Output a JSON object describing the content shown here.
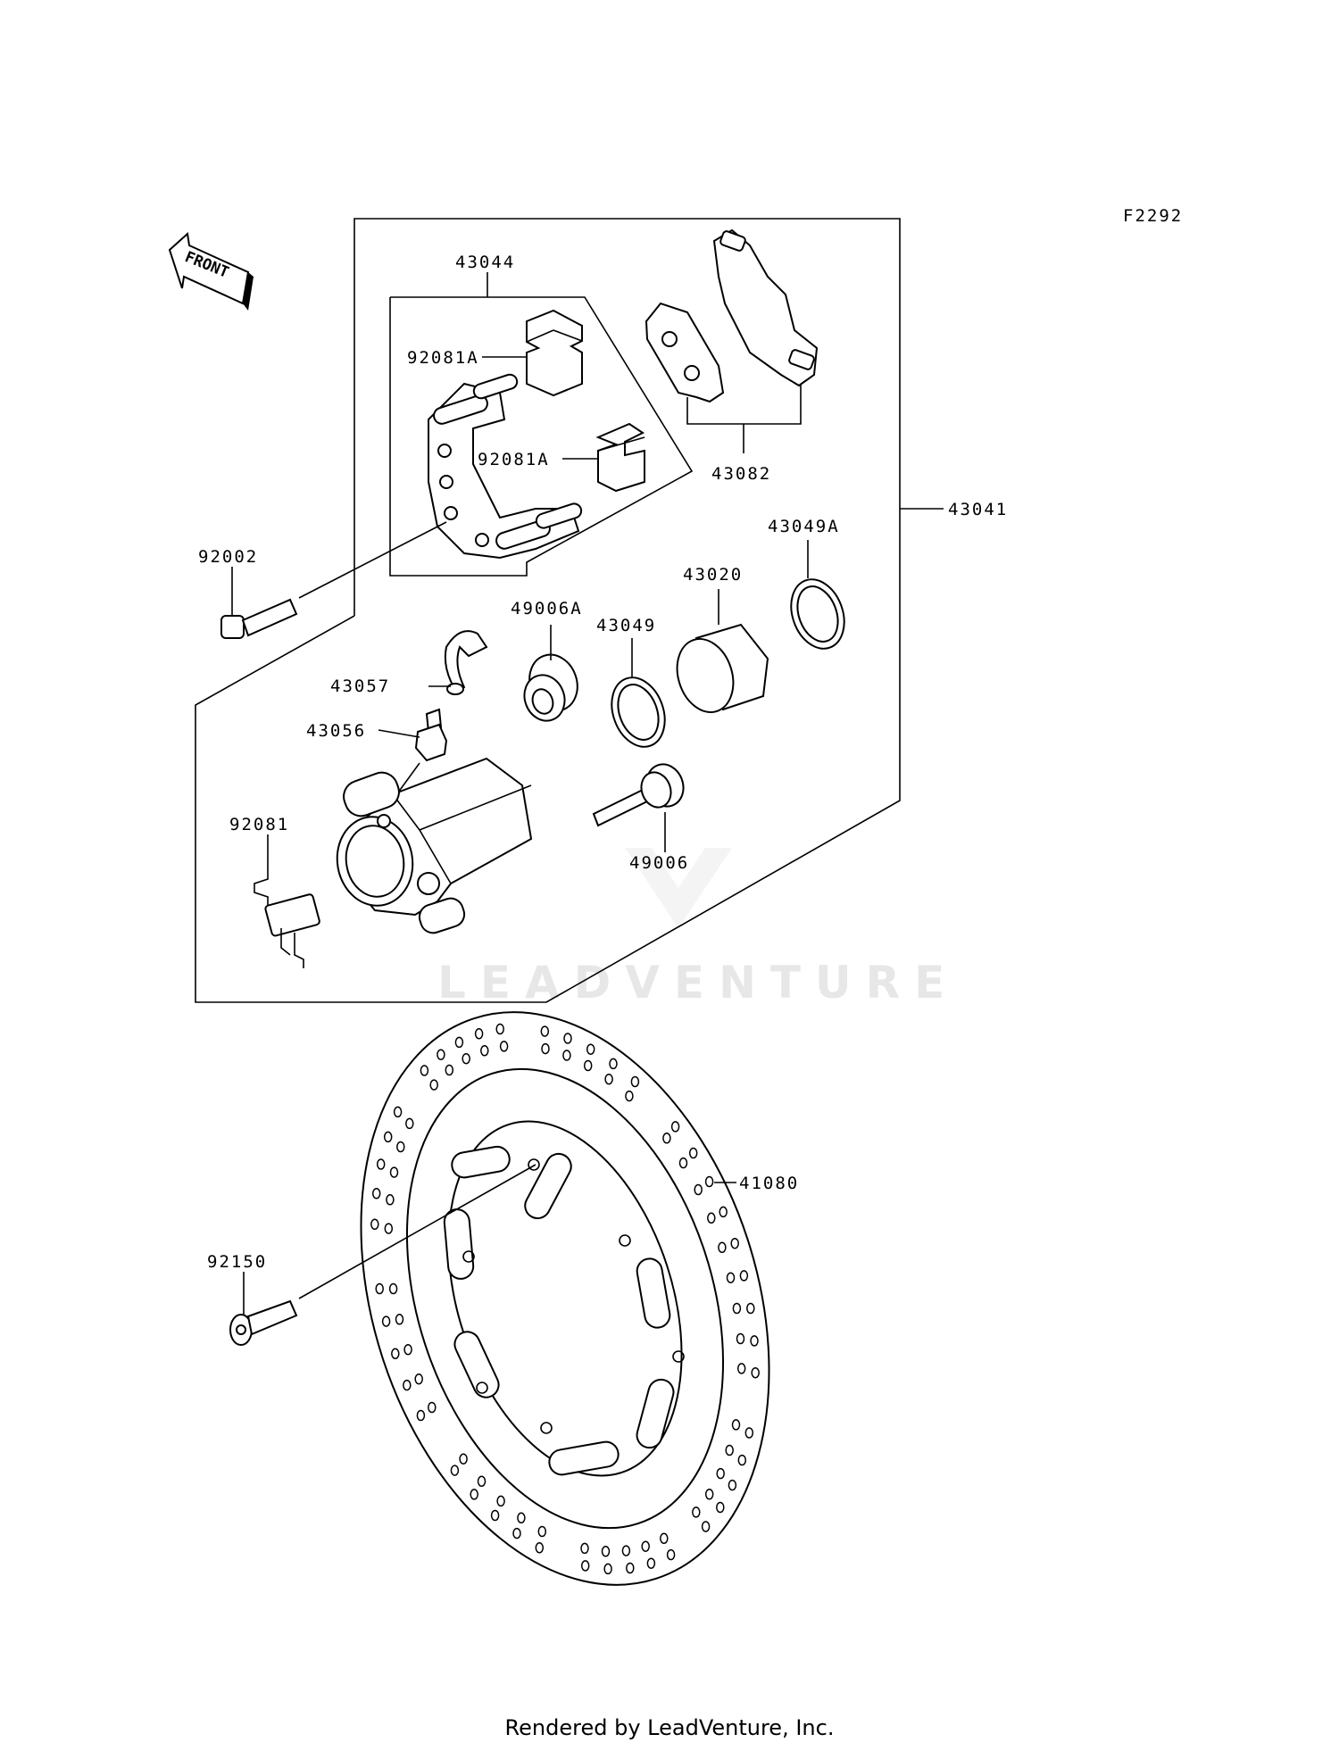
{
  "figure_code": "F2292",
  "front_label": "FRONT",
  "watermark": "LEADVENTURE",
  "callouts": {
    "p43044": "43044",
    "p92081A_1": "92081A",
    "p92081A_2": "92081A",
    "p43082": "43082",
    "p43041": "43041",
    "p43049A": "43049A",
    "p43020": "43020",
    "p49006A": "49006A",
    "p43049": "43049",
    "p92002": "92002",
    "p43057": "43057",
    "p43056": "43056",
    "p92081": "92081",
    "p49006": "49006",
    "p41080": "41080",
    "p92150": "92150"
  },
  "footer": "Rendered by LeadVenture, Inc."
}
